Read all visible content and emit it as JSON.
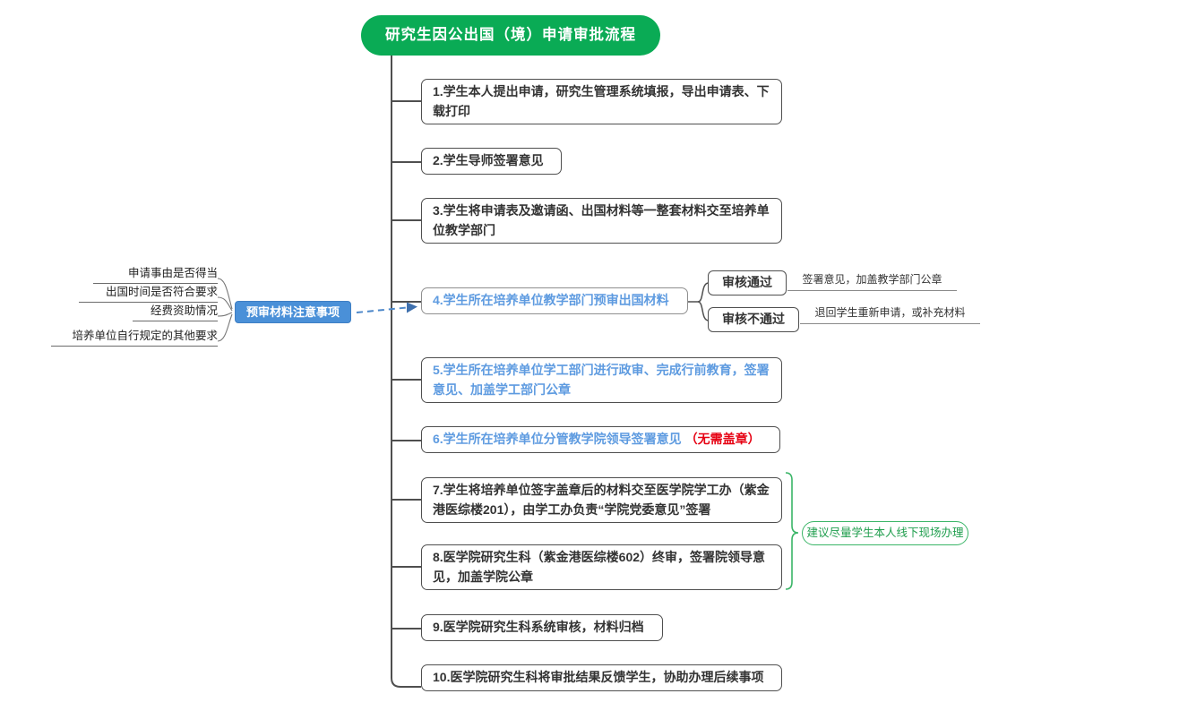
{
  "title": {
    "text": "研究生因公出国（境）申请审批流程"
  },
  "steps": [
    {
      "text": "1.学生本人提出申请，研究生管理系统填报，导出申请表、下载打印"
    },
    {
      "text": "2.学生导师签署意见"
    },
    {
      "text": "3.学生将申请表及邀请函、出国材料等一整套材料交至培养单位教学部门"
    },
    {
      "text": "4.学生所在培养单位教学部门预审出国材料"
    },
    {
      "text": "5.学生所在培养单位学工部门进行政审、完成行前教育，签署意见、加盖学工部门公章"
    },
    {
      "text": "6.学生所在培养单位分管教学院领导签署意见",
      "note": "（无需盖章）"
    },
    {
      "text": "7.学生将培养单位签字盖章后的材料交至医学院学工办（紫金港医综楼201），由学工办负责“学院党委意见”签署"
    },
    {
      "text": "8.医学院研究生科（紫金港医综楼602）终审，签署院领导意见，加盖学院公章"
    },
    {
      "text": "9.医学院研究生科系统审核，材料归档"
    },
    {
      "text": "10.医学院研究生科将审批结果反馈学生，协助办理后续事项"
    }
  ],
  "precheck": {
    "label": "预审材料注意事项",
    "items": [
      "申请事由是否得当",
      "出国时间是否符合要求",
      "经费资助情况",
      "培养单位自行规定的其他要求"
    ]
  },
  "review": {
    "pass": {
      "label": "审核通过",
      "note": "签署意见，加盖教学部门公章"
    },
    "fail": {
      "label": "审核不通过",
      "note": "退回学生重新申请，或补充材料"
    }
  },
  "suggestion": {
    "text": "建议尽量学生本人线下现场办理"
  },
  "colors": {
    "root_green": "#0aab55",
    "brace_green": "#3ab567",
    "precheck_blue": "#4a90d8",
    "step_blue_text": "#5e9be0",
    "red_note": "#e60012",
    "connector_dark": "#4f4f4f"
  }
}
